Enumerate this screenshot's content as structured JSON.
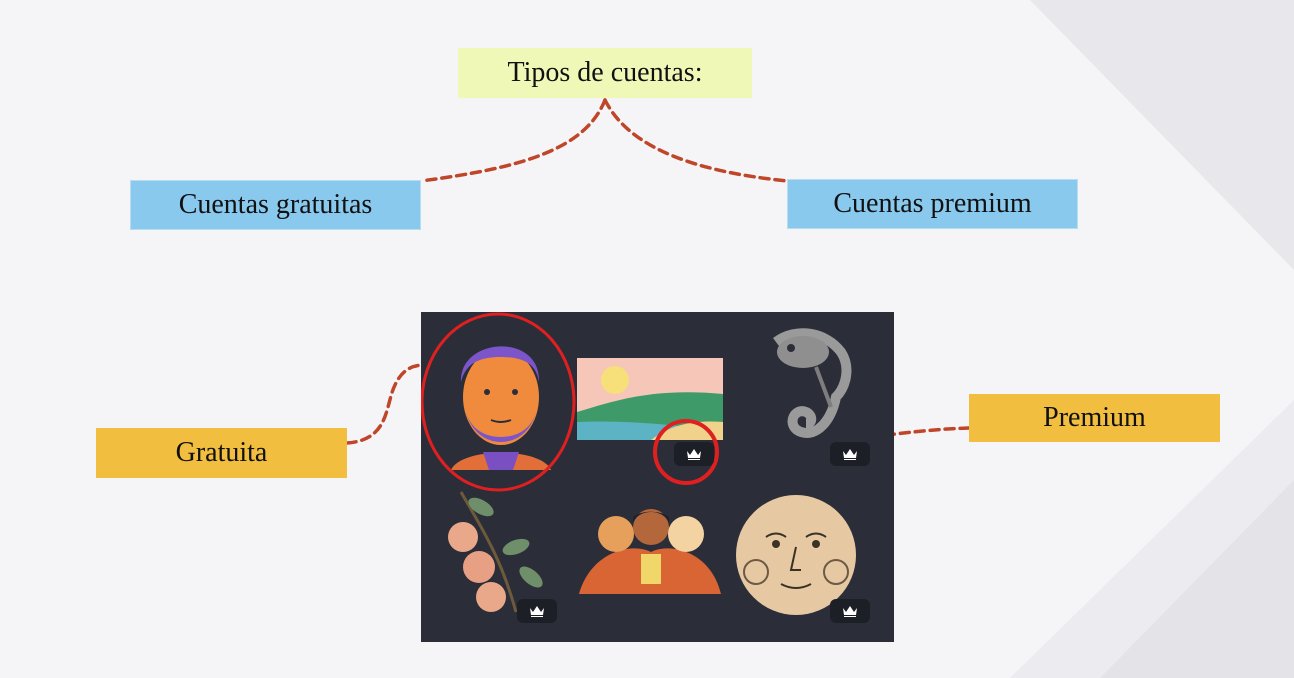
{
  "diagram": {
    "title": "Tipos de cuentas:",
    "free_accounts": "Cuentas gratuitas",
    "premium_accounts": "Cuentas premium",
    "free_tag": "Gratuita",
    "premium_tag": "Premium"
  },
  "gallery": {
    "items": [
      {
        "name": "portrait-illustration",
        "premium": false
      },
      {
        "name": "beach-landscape-illustration",
        "premium": true
      },
      {
        "name": "chameleon-engraving",
        "premium": true
      },
      {
        "name": "peach-branch-illustration",
        "premium": true
      },
      {
        "name": "three-women-illustration",
        "premium": false
      },
      {
        "name": "moon-face-engraving",
        "premium": true
      }
    ],
    "badge_icon": "crown-icon"
  },
  "colors": {
    "title_box": "#f0f8b8",
    "account_box": "#8ac9ee",
    "tag_box": "#f1be3f",
    "connector": "#c0462a",
    "highlight_circle": "#e02020",
    "gallery_bg": "#2b2e38"
  }
}
